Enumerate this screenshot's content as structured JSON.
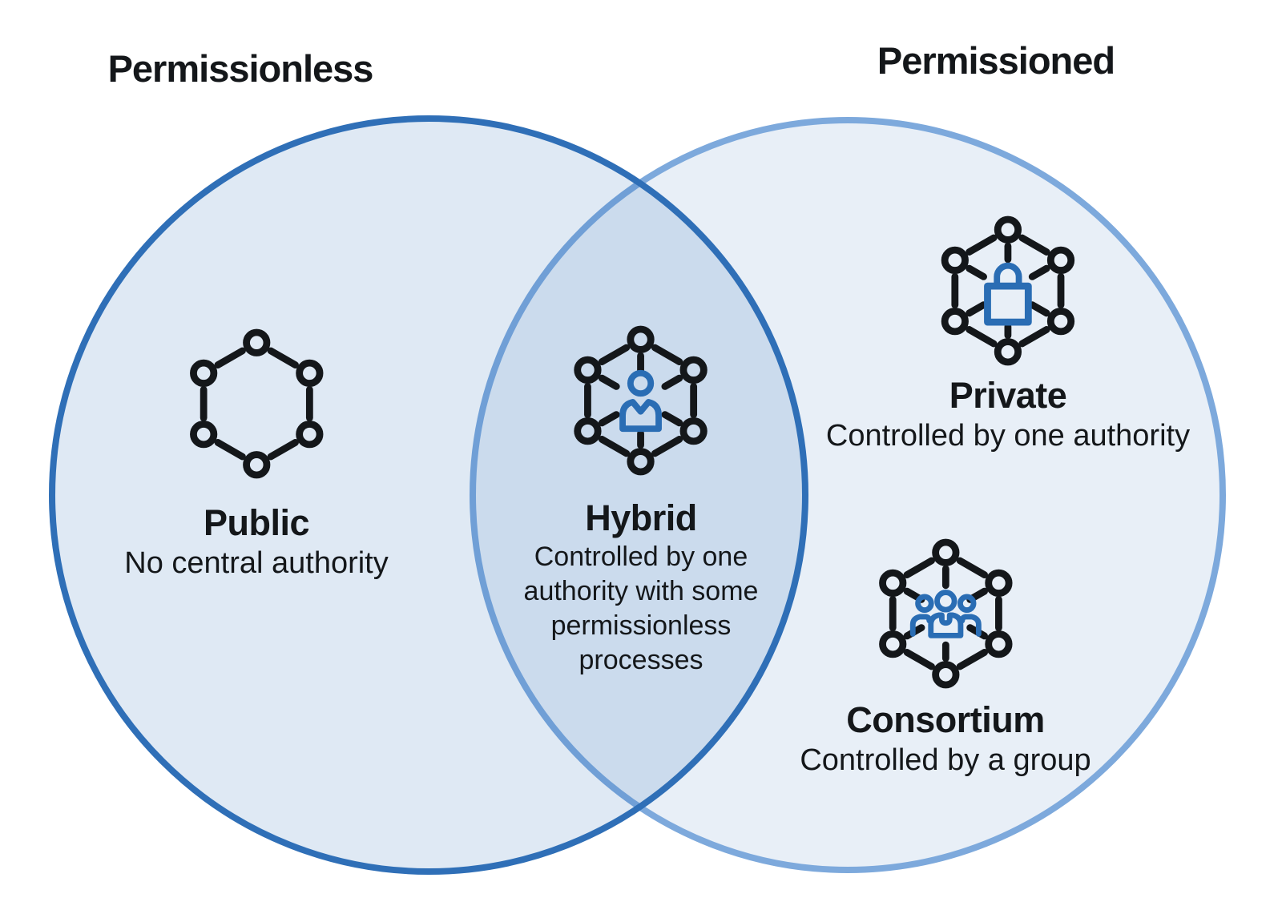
{
  "diagram": {
    "type": "venn",
    "left_title": "Permissionless",
    "right_title": "Permissioned"
  },
  "regions": {
    "public": {
      "name": "Public",
      "desc": "No central authority",
      "icon": "network-hexagon-icon",
      "circle": "permissionless"
    },
    "hybrid": {
      "name": "Hybrid",
      "desc": "Controlled by one authority with some permissionless processes",
      "desc_lines": [
        "Controlled by one",
        "authority with some",
        "permissionless",
        "processes"
      ],
      "icon": "network-person-icon",
      "circle": "overlap"
    },
    "private": {
      "name": "Private",
      "desc": "Controlled by one authority",
      "icon": "network-lock-icon",
      "circle": "permissioned"
    },
    "consortium": {
      "name": "Consortium",
      "desc": "Controlled by a group",
      "icon": "network-group-icon",
      "circle": "permissioned"
    }
  },
  "colors": {
    "ink": "#14171a",
    "accent": "#2a6db4",
    "left_stroke": "#2f6fb7",
    "right_stroke": "#7da9dc",
    "left_fill": "#dfe8f4",
    "right_fill": "#e8eff7",
    "overlap_fill": "#ccd9ea"
  }
}
